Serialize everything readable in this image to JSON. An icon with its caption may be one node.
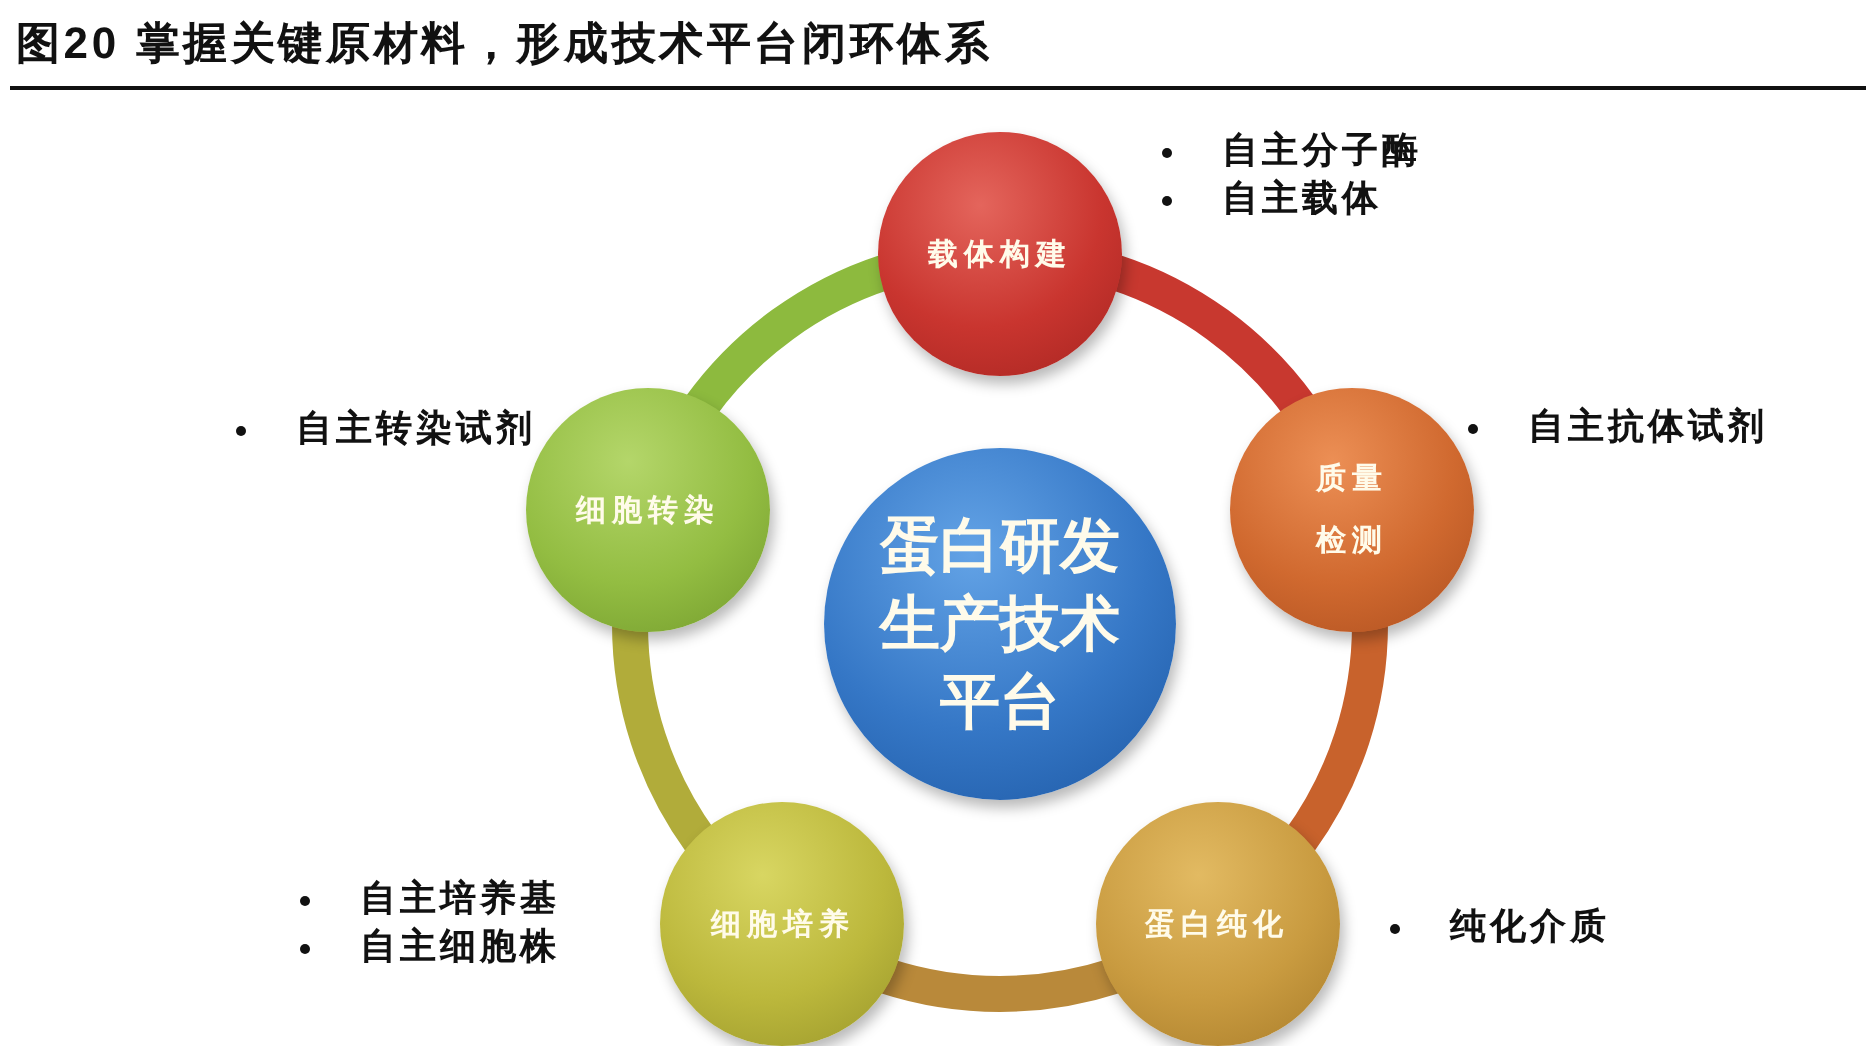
{
  "diagram": {
    "title": "图20 掌握关键原材料，形成技术平台闭环体系",
    "nodes": [
      {
        "text": [
          "蛋白研发生产技术平台"
        ]
      },
      {
        "text": [
          "载体构建"
        ],
        "beside": [
          "自主分子酶",
          "自主载体"
        ]
      },
      {
        "text": [
          "质量检测"
        ],
        "beside": [
          "自主抗体试剂"
        ]
      },
      {
        "text": [
          "蛋白纯化"
        ],
        "beside": [
          "纯化介质"
        ]
      },
      {
        "text": [
          "细胞培养"
        ],
        "beside": [
          "自主培养基",
          "自主细胞株"
        ]
      },
      {
        "text": [
          "细胞转染"
        ],
        "beside": [
          "自主转染试剂"
        ]
      }
    ],
    "edges": [
      {
        "from": 1,
        "to": 2,
        "arrow": "none",
        "color": "#c8382f"
      },
      {
        "from": 2,
        "to": 3,
        "arrow": "none",
        "color": "#c8622c"
      },
      {
        "from": 3,
        "to": 4,
        "arrow": "none",
        "color": "#b9893a"
      },
      {
        "from": 4,
        "to": 5,
        "arrow": "none",
        "color": "#b1ac3a"
      },
      {
        "from": 5,
        "to": 1,
        "arrow": "none",
        "color": "#8dba3e"
      }
    ]
  }
}
